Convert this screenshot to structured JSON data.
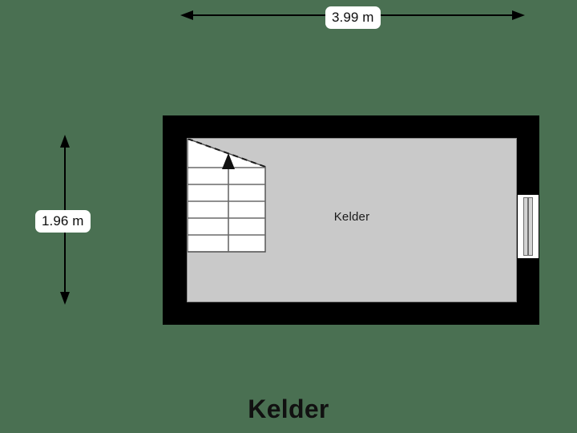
{
  "background_color": "#4a7052",
  "plan": {
    "title": "Kelder",
    "room_label": "Kelder",
    "wall_color": "#000000",
    "floor_color": "#c9c9c9"
  },
  "dimensions": {
    "width_label": "3.99 m",
    "height_label": "1.96 m"
  },
  "features": {
    "staircase_name": "staircase",
    "window_name": "window",
    "direction_arrow": "up"
  }
}
